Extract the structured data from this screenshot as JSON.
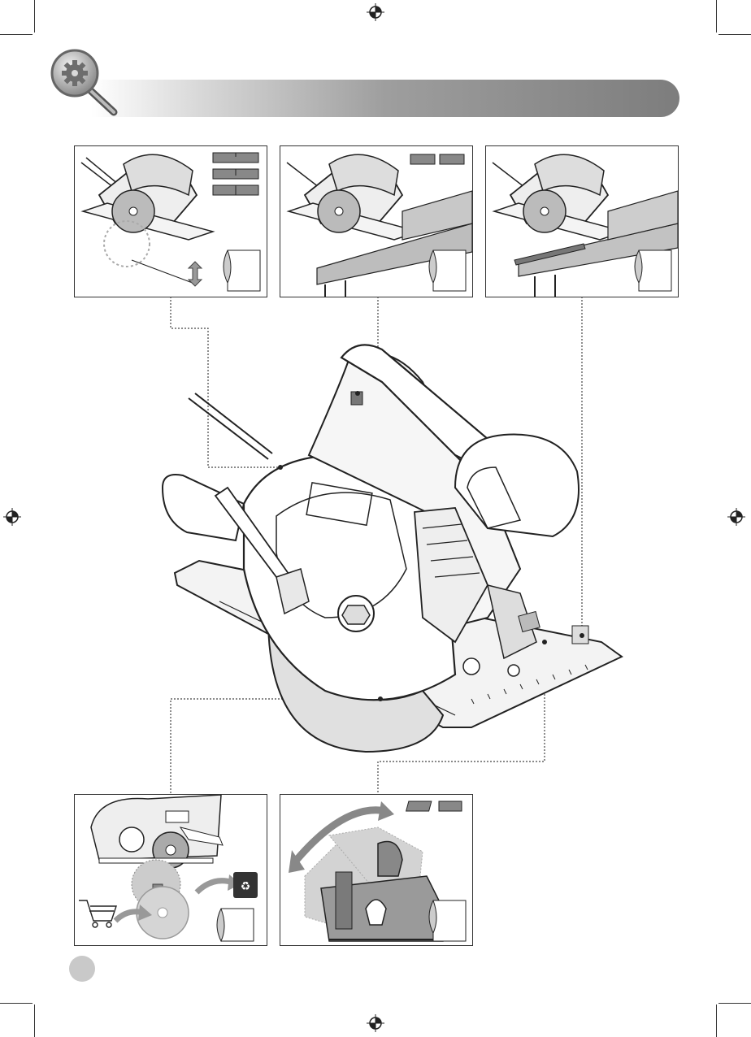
{
  "header": {
    "icon": "gear-magnifier-icon",
    "bar_color": "#8a8a8a"
  },
  "panels": [
    {
      "id": "depth-adjust",
      "icon": "depth-scale-icon"
    },
    {
      "id": "bevel-adjust",
      "icon": "bevel-scale-icon"
    },
    {
      "id": "guide-rail",
      "icon": "guide-rail-icon"
    },
    {
      "id": "blade-replace",
      "icon": "recycle-bin-icon"
    },
    {
      "id": "tilt-angle",
      "icon": "tilt-arrow-icon"
    }
  ],
  "colors": {
    "line": "#222222",
    "shade": "#9a9a9a",
    "light": "#cfcfcf"
  }
}
